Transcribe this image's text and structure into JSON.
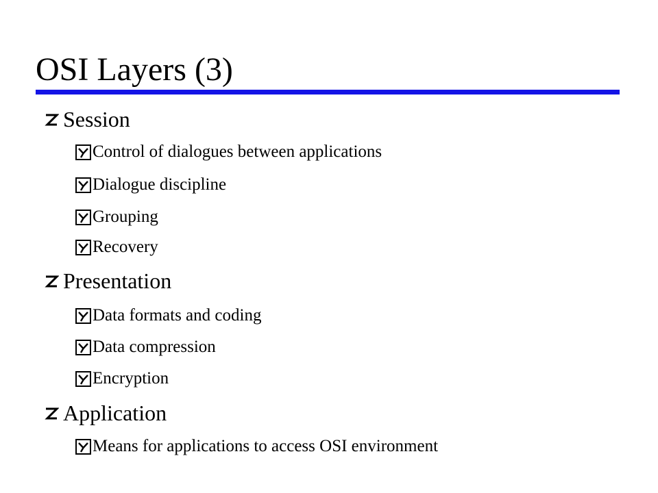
{
  "slide": {
    "title": "OSI Layers (3)",
    "accent_color": "#1414e6",
    "sections": [
      {
        "label": "Session",
        "items": [
          "Control of dialogues between applications",
          "Dialogue discipline",
          "Grouping",
          "Recovery"
        ]
      },
      {
        "label": "Presentation",
        "items": [
          "Data formats and coding",
          "Data compression",
          "Encryption"
        ]
      },
      {
        "label": "Application",
        "items": [
          "Means for applications to access OSI environment"
        ]
      }
    ]
  }
}
